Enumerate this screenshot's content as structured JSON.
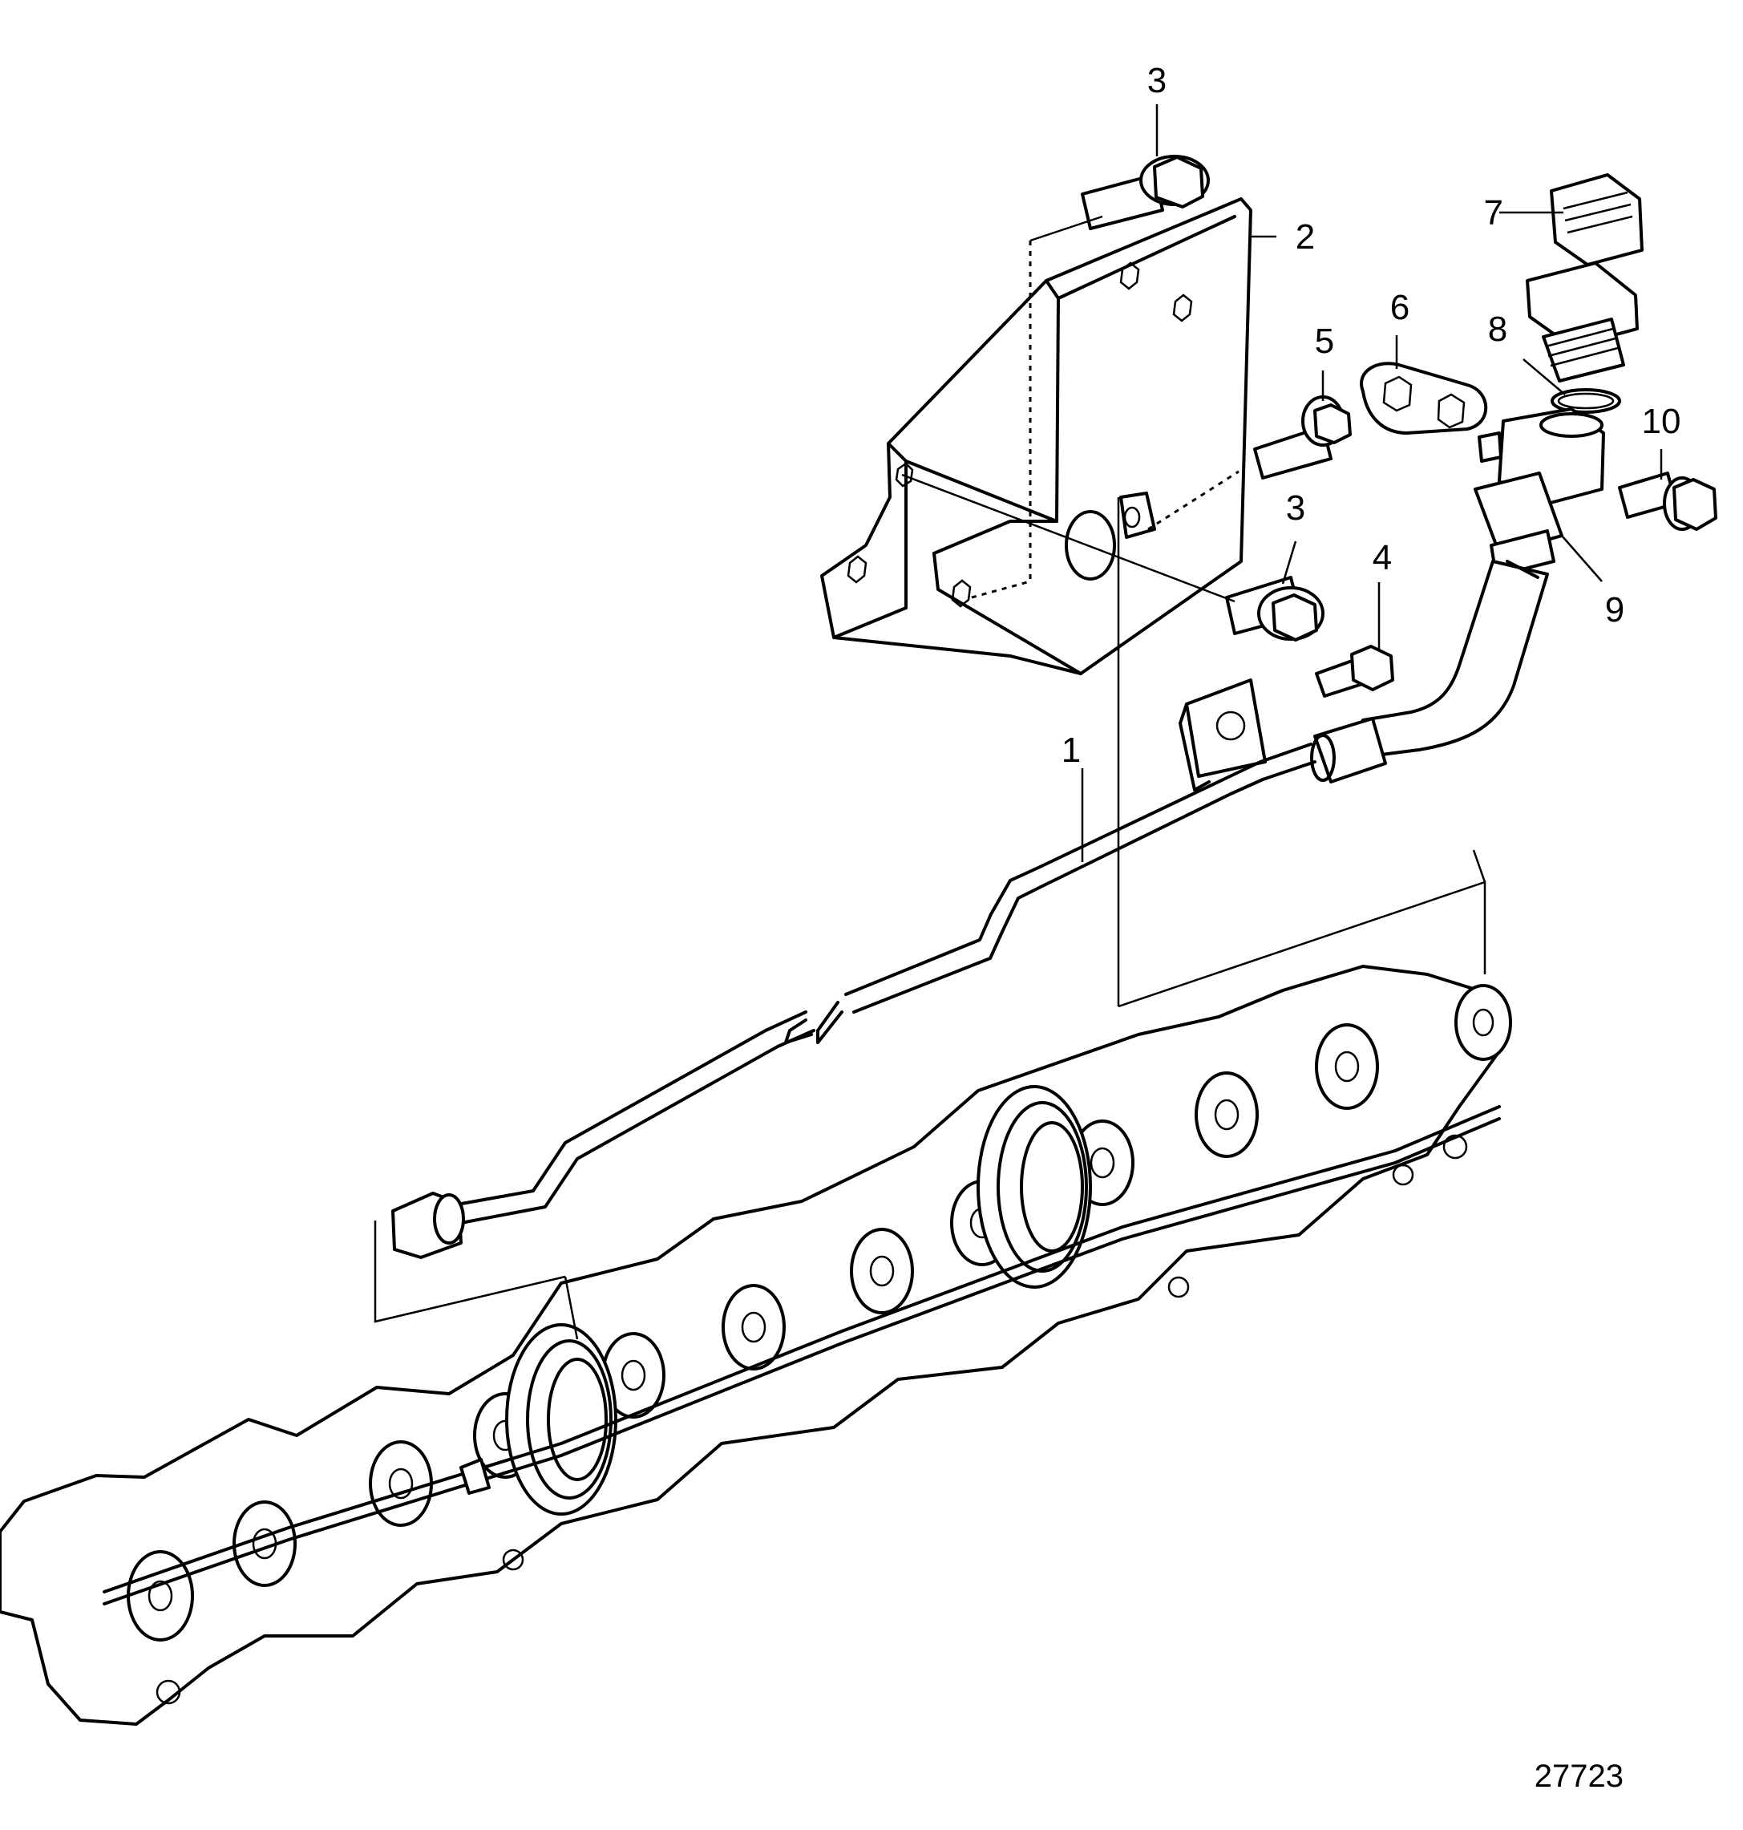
{
  "figure_number": "27723",
  "callouts": [
    {
      "id": "c1",
      "number": "1",
      "part": "pipe"
    },
    {
      "id": "c2",
      "number": "2",
      "part": "bracket"
    },
    {
      "id": "c3a",
      "number": "3",
      "part": "flange-screw-top"
    },
    {
      "id": "c3b",
      "number": "3",
      "part": "flange-screw-lower"
    },
    {
      "id": "c4",
      "number": "4",
      "part": "flange-screw-clamp"
    },
    {
      "id": "c5",
      "number": "5",
      "part": "flange-screw"
    },
    {
      "id": "c6",
      "number": "6",
      "part": "clamp-plate"
    },
    {
      "id": "c7",
      "number": "7",
      "part": "pressure-sensor"
    },
    {
      "id": "c8",
      "number": "8",
      "part": "o-ring"
    },
    {
      "id": "c9",
      "number": "9",
      "part": "nipple"
    },
    {
      "id": "c10",
      "number": "10",
      "part": "flange-screw-right"
    }
  ]
}
